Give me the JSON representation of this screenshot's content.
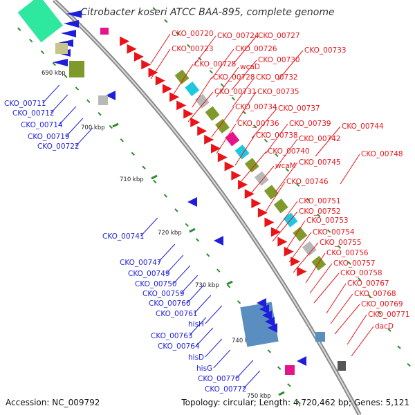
{
  "title": "Citrobacter koseri ATCC BAA-895, complete genome",
  "footer": {
    "accession": "Accession: NC_009792",
    "summary": "Topology: circular; Length: 4,720,462 bp; Genes: 5,121"
  },
  "colors": {
    "forward": "#e8141a",
    "reverse": "#1e1edc",
    "backbone": "#8a8a8a",
    "tick": "#2e8b2e",
    "olive": "#7f9a2a",
    "cyan": "#1ec8e0",
    "steel": "#5a8ec0",
    "gray": "#b8b8b8",
    "magenta": "#e6148c",
    "mint": "#2ee8a0",
    "khaki": "#c8c48a"
  },
  "ticks": [
    "690 kbp",
    "700 kbp",
    "710 kbp",
    "720 kbp",
    "730 kbp",
    "740 kbp",
    "750 kbp"
  ],
  "forward_labels": [
    "CKO_00720",
    "CKO_00724",
    "CKO_00727",
    "CKO_00723",
    "CKO_00726",
    "CKO_00733",
    "CKO_00725",
    "wcaD",
    "CKO_00730",
    "CKO_00728",
    "CKO_00732",
    "CKO_00731",
    "CKO_00735",
    "CKO_00734",
    "CKO_00737",
    "CKO_00736",
    "CKO_00739",
    "CKO_00744",
    "CKO_00738",
    "CKO_00742",
    "CKO_00740",
    "CKO_00748",
    "CKO_00745",
    "wcaM",
    "CKO_00746",
    "CKO_00751",
    "CKO_00752",
    "CKO_00753",
    "CKO_00754",
    "CKO_00755",
    "CKO_00756",
    "CKO_00757",
    "CKO_00758",
    "CKO_00767",
    "CKO_00768",
    "CKO_00769",
    "CKO_00771",
    "dacD"
  ],
  "reverse_labels": [
    "CKO_00711",
    "CKO_00712",
    "CKO_00714",
    "CKO_00719",
    "CKO_00722",
    "CKO_00741",
    "CKO_00747",
    "CKO_00749",
    "CKO_00750",
    "CKO_00759",
    "CKO_00760",
    "CKO_00761",
    "hisH",
    "CKO_00763",
    "CKO_00764",
    "hisD",
    "hisG",
    "CKO_00770",
    "CKO_00772"
  ]
}
